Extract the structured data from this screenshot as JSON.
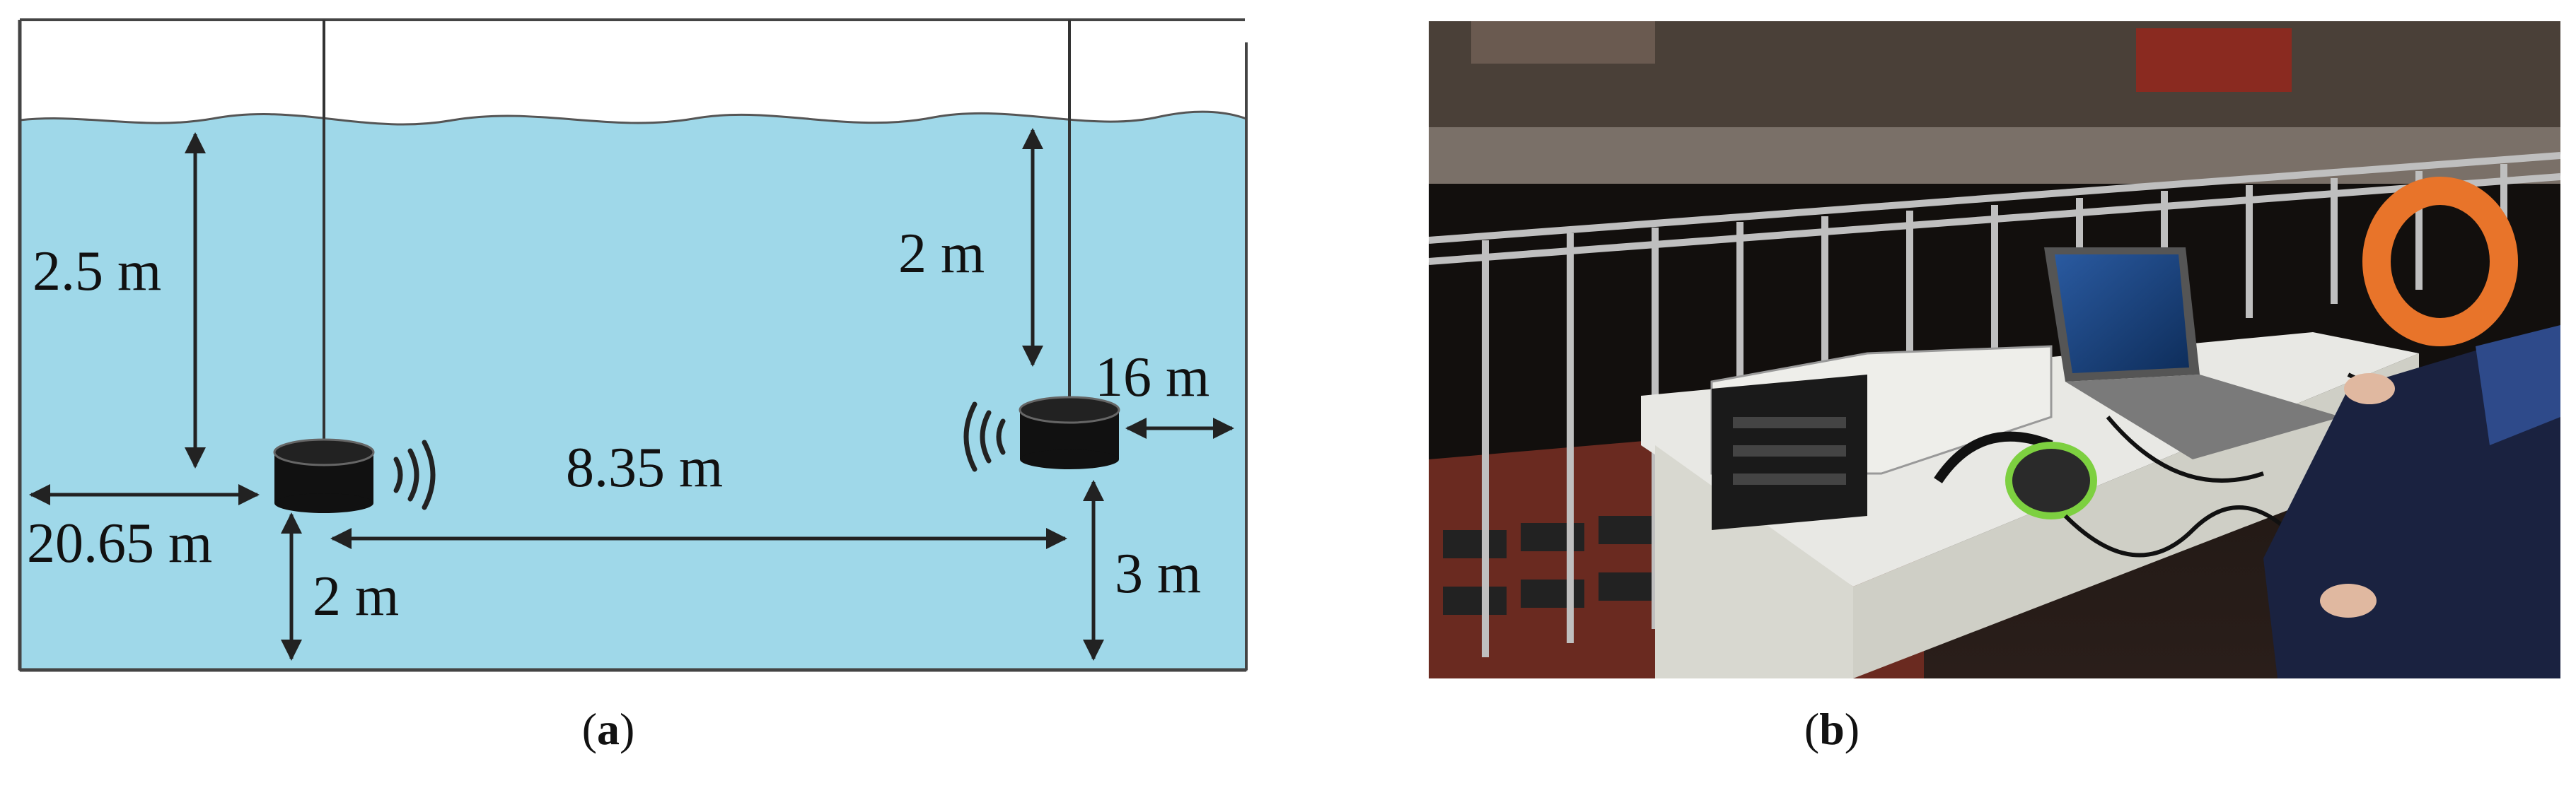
{
  "panel_a": {
    "caption_letter": "a",
    "labels": {
      "depth_left": "2.5 m",
      "depth_right": "2 m",
      "wall_right": "16 m",
      "separation": "8.35 m",
      "wall_left": "20.65 m",
      "bottom_left": "2 m",
      "bottom_right": "3 m"
    },
    "colors": {
      "water": "#9fd8e9",
      "transducer": "#111111",
      "arrow": "#222222"
    }
  },
  "panel_b": {
    "caption_letter": "b",
    "scene": "photo-lab-tank-setup"
  }
}
